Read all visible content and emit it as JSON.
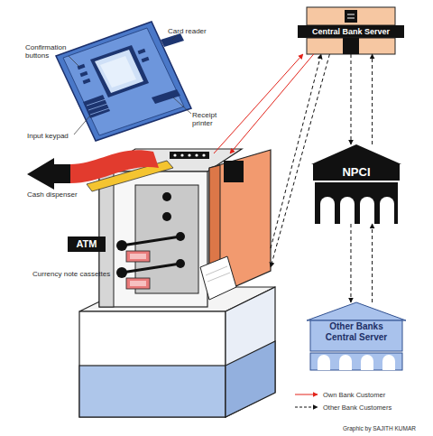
{
  "diagram": {
    "nodes": [
      {
        "text": [
          "ATM"
        ]
      },
      {
        "text": [
          "Central Bank Server"
        ]
      },
      {
        "text": [
          "NPCI"
        ]
      },
      {
        "text": [
          "Other Banks Central Server"
        ]
      }
    ],
    "edges": [
      {
        "from": 0,
        "to": 1,
        "arrow": "to"
      },
      {
        "from": 1,
        "to": 0,
        "arrow": "to"
      },
      {
        "from": 0,
        "to": 1,
        "arrow": "to"
      },
      {
        "from": 1,
        "to": 0,
        "arrow": "to"
      },
      {
        "from": 1,
        "to": 2,
        "arrow": "to"
      },
      {
        "from": 2,
        "to": 1,
        "arrow": "to"
      },
      {
        "from": 2,
        "to": 3,
        "arrow": "to"
      },
      {
        "from": 3,
        "to": 2,
        "arrow": "to"
      }
    ],
    "labels": [
      "Confirmation buttons",
      "Card reader",
      "Receipt printer",
      "Input keypad",
      "Cash dispenser",
      "Currency note cassettes",
      "Graphic by SAJITH KUMAR"
    ],
    "legend": [
      {
        "text": "Own Bank Customer"
      },
      {
        "text": "Other Bank Customers"
      }
    ]
  }
}
